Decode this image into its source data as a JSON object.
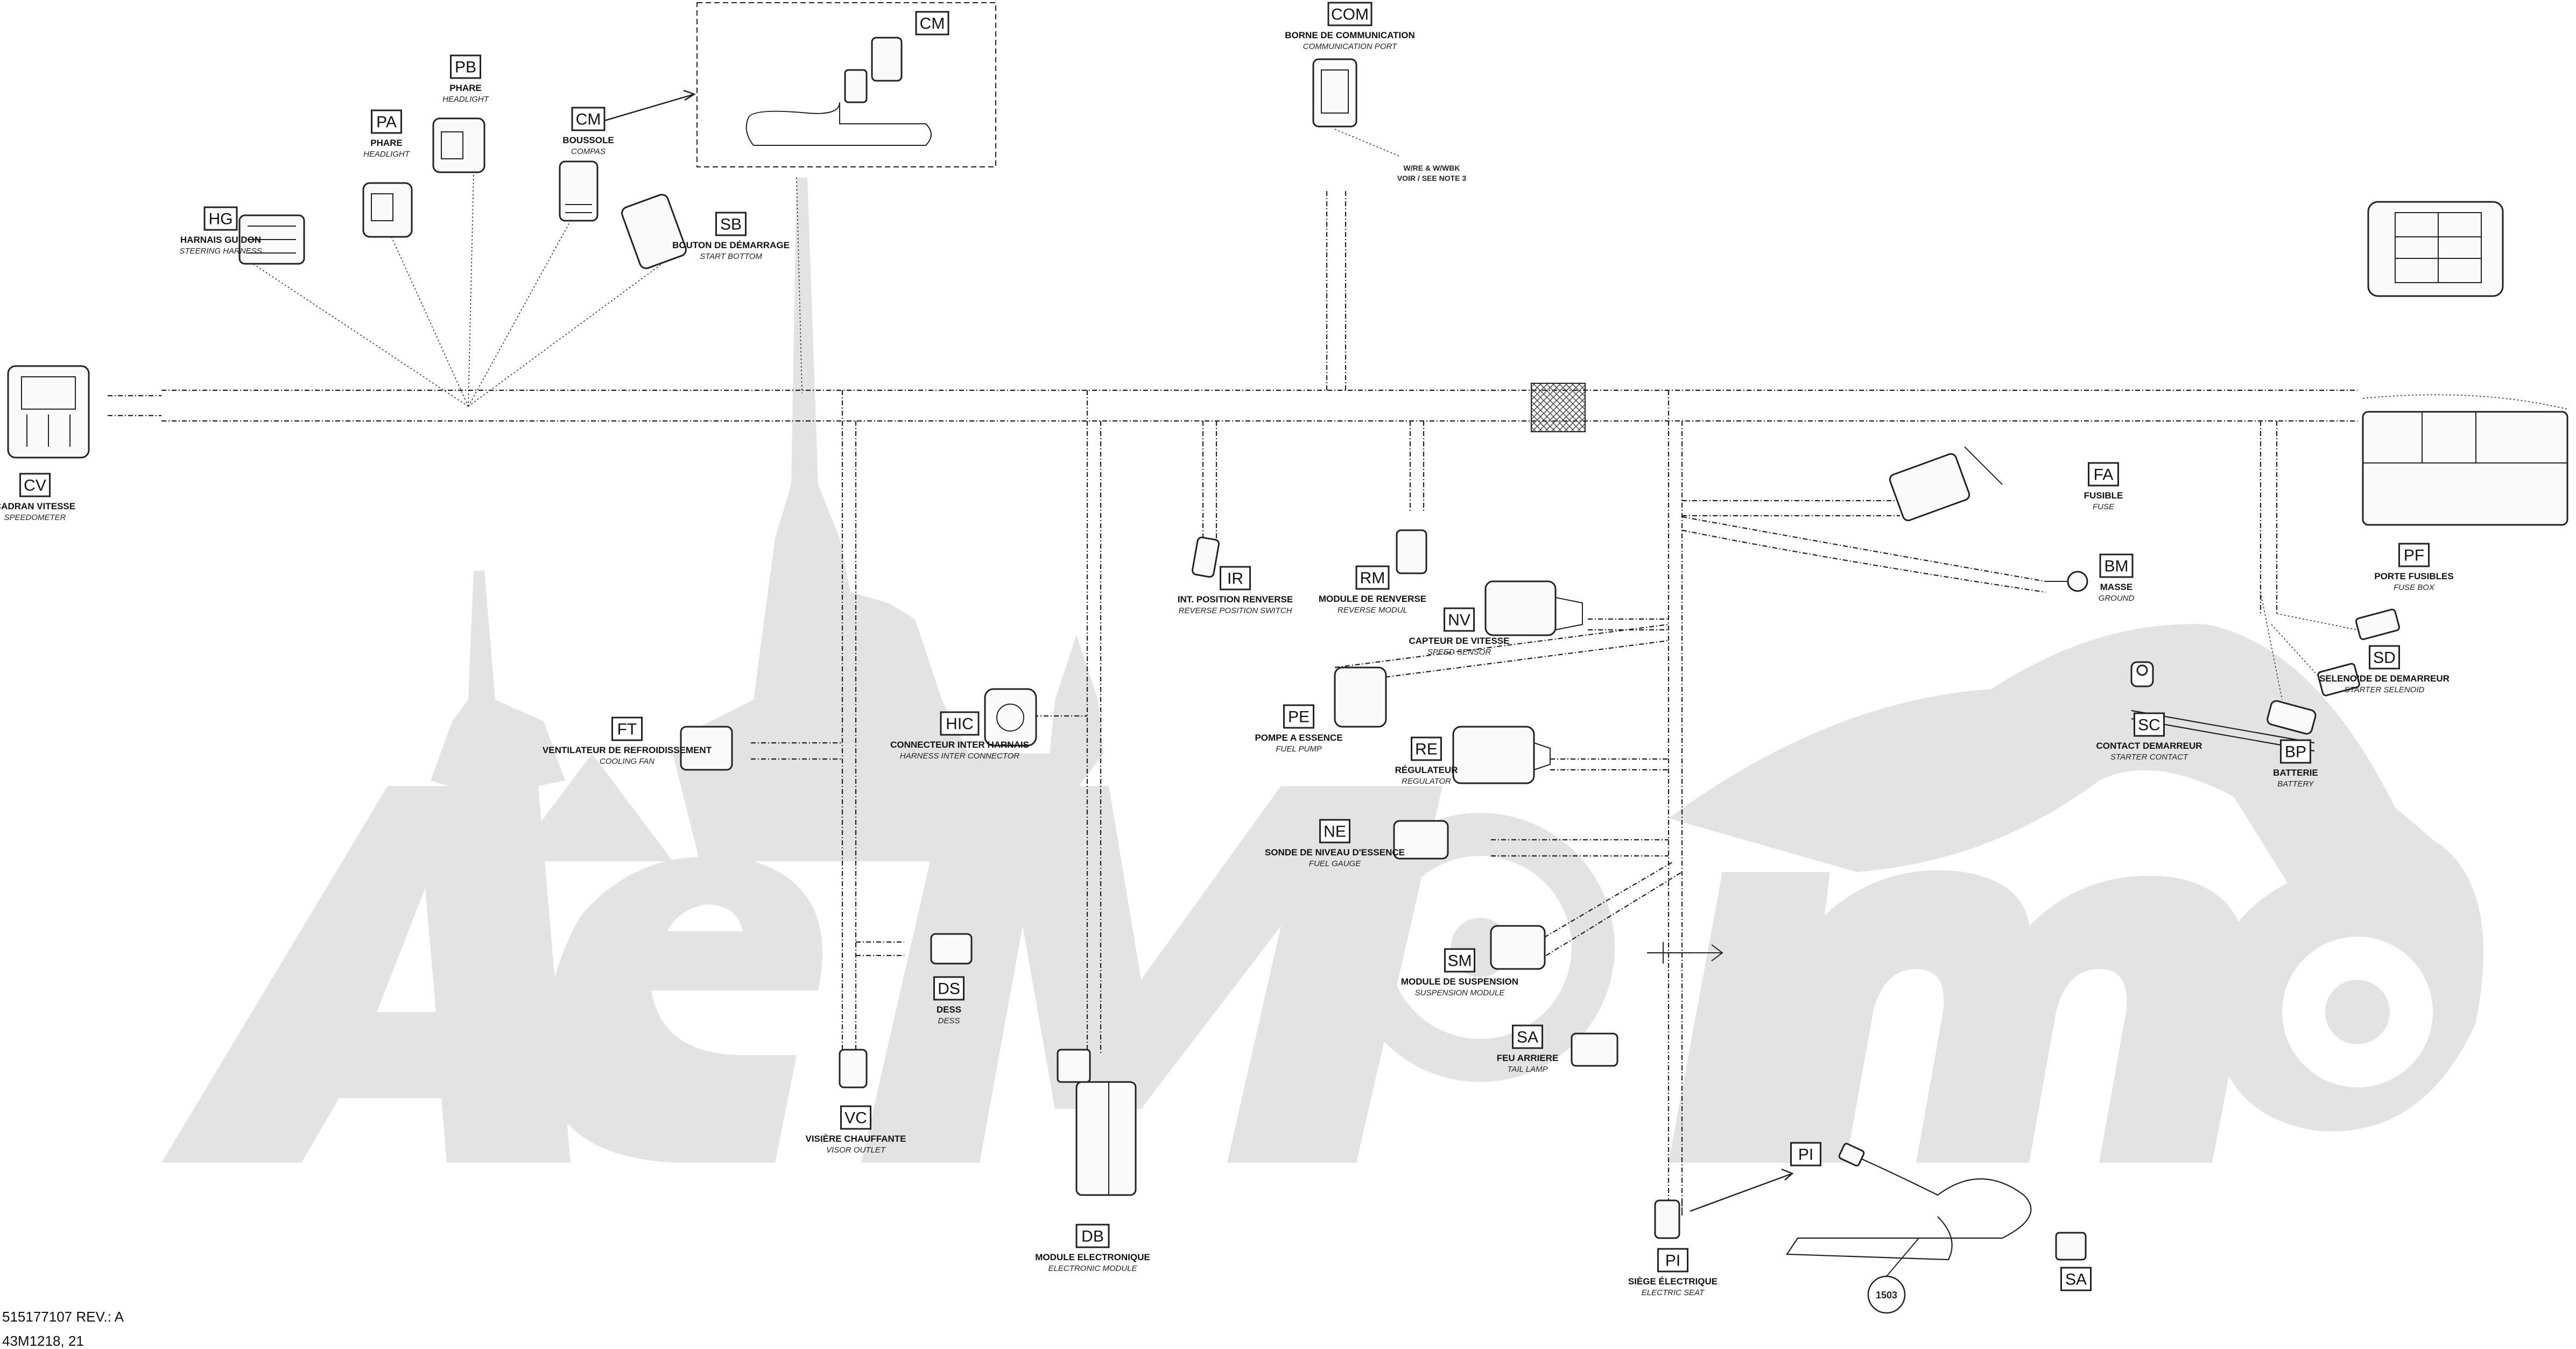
{
  "components": [
    {
      "code": "CV",
      "fr": "CADRAN VITESSE",
      "en": "SPEEDOMETER"
    },
    {
      "code": "HG",
      "fr": "HARNAIS GUIDON",
      "en": "STEERING HARNESS"
    },
    {
      "code": "PA",
      "fr": "PHARE",
      "en": "HEADLIGHT"
    },
    {
      "code": "PB",
      "fr": "PHARE",
      "en": "HEADLIGHT"
    },
    {
      "code": "CM",
      "fr": "BOUSSOLE",
      "en": "COMPAS"
    },
    {
      "code": "SB",
      "fr": "BOUTON DE DÉMARRAGE",
      "en": "START BOTTOM"
    },
    {
      "code": "CM",
      "fr": "",
      "en": ""
    },
    {
      "code": "COM",
      "fr": "BORNE DE COMMUNICATION",
      "en": "COMMUNICATION PORT"
    },
    {
      "code": "IR",
      "fr": "INT. POSITION RENVERSE",
      "en": "REVERSE POSITION SWITCH"
    },
    {
      "code": "RM",
      "fr": "MODULE DE RENVERSE",
      "en": "REVERSE MODUL"
    },
    {
      "code": "NV",
      "fr": "CAPTEUR DE VITESSE",
      "en": "SPEED SENSOR"
    },
    {
      "code": "PE",
      "fr": "POMPE A ESSENCE",
      "en": "FUEL PUMP"
    },
    {
      "code": "RE",
      "fr": "RÉGULATEUR",
      "en": "REGULATOR"
    },
    {
      "code": "FA",
      "fr": "FUSIBLE",
      "en": "FUSE"
    },
    {
      "code": "BM",
      "fr": "MASSE",
      "en": "GROUND"
    },
    {
      "code": "PF",
      "fr": "PORTE FUSIBLES",
      "en": "FUSE BOX"
    },
    {
      "code": "SD",
      "fr": "SELENOIDE DE DEMARREUR",
      "en": "STARTER SELENOID"
    },
    {
      "code": "SC",
      "fr": "CONTACT DEMARREUR",
      "en": "STARTER CONTACT"
    },
    {
      "code": "BP",
      "fr": "BATTERIE",
      "en": "BATTERY"
    },
    {
      "code": "FT",
      "fr": "VENTILATEUR DE REFROIDISSEMENT",
      "en": "COOLING FAN"
    },
    {
      "code": "HIC",
      "fr": "CONNECTEUR INTER HARNAIS",
      "en": "HARNESS INTER CONNECTOR"
    },
    {
      "code": "NE",
      "fr": "SONDE DE NIVEAU D'ESSENCE",
      "en": "FUEL GAUGE"
    },
    {
      "code": "SM",
      "fr": "MODULE DE SUSPENSION",
      "en": "SUSPENSION MODULE"
    },
    {
      "code": "SA",
      "fr": "FEU ARRIERE",
      "en": "TAIL LAMP"
    },
    {
      "code": "DS",
      "fr": "DESS",
      "en": "DESS"
    },
    {
      "code": "VC",
      "fr": "VISIÈRE CHAUFFANTE",
      "en": "VISOR OUTLET"
    },
    {
      "code": "DB",
      "fr": "MODULE ELECTRONIQUE",
      "en": "ELECTRONIC MODULE"
    },
    {
      "code": "PI",
      "fr": "",
      "en": ""
    },
    {
      "code": "PI",
      "fr": "SIÈGE ÉLECTRIQUE",
      "en": "ELECTRIC SEAT"
    },
    {
      "code": "SA",
      "fr": "",
      "en": ""
    }
  ],
  "notes": {
    "see_note": "W/RE & W/WBK",
    "see_note_2": "VOIR / SEE NOTE 3",
    "circle_ref": "1503"
  },
  "footer": {
    "part_number": "515177107 REV.: A",
    "drawing_ref": "43M1218, 21"
  },
  "colors": {
    "line": "#222222",
    "watermark": "#e3e3e3",
    "background": "#ffffff"
  }
}
